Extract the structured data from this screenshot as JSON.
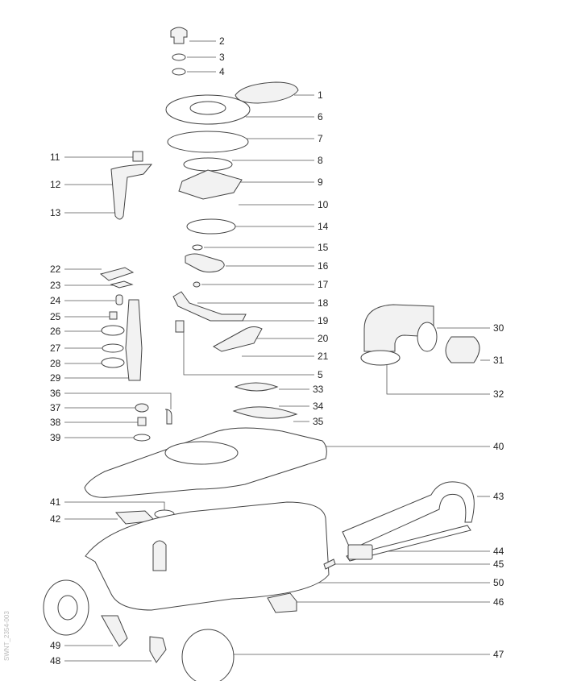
{
  "diagram": {
    "type": "exploded-parts-diagram",
    "part_numbers": [
      "1",
      "2",
      "3",
      "4",
      "5",
      "6",
      "7",
      "8",
      "9",
      "10",
      "11",
      "12",
      "13",
      "14",
      "15",
      "16",
      "17",
      "18",
      "19",
      "20",
      "21",
      "22",
      "23",
      "24",
      "25",
      "26",
      "27",
      "28",
      "29",
      "30",
      "31",
      "32",
      "33",
      "34",
      "35",
      "36",
      "37",
      "38",
      "39",
      "40",
      "41",
      "42",
      "43",
      "44",
      "45",
      "46",
      "47",
      "48",
      "49",
      "50"
    ],
    "side_code": "SWNT_2354-003"
  }
}
